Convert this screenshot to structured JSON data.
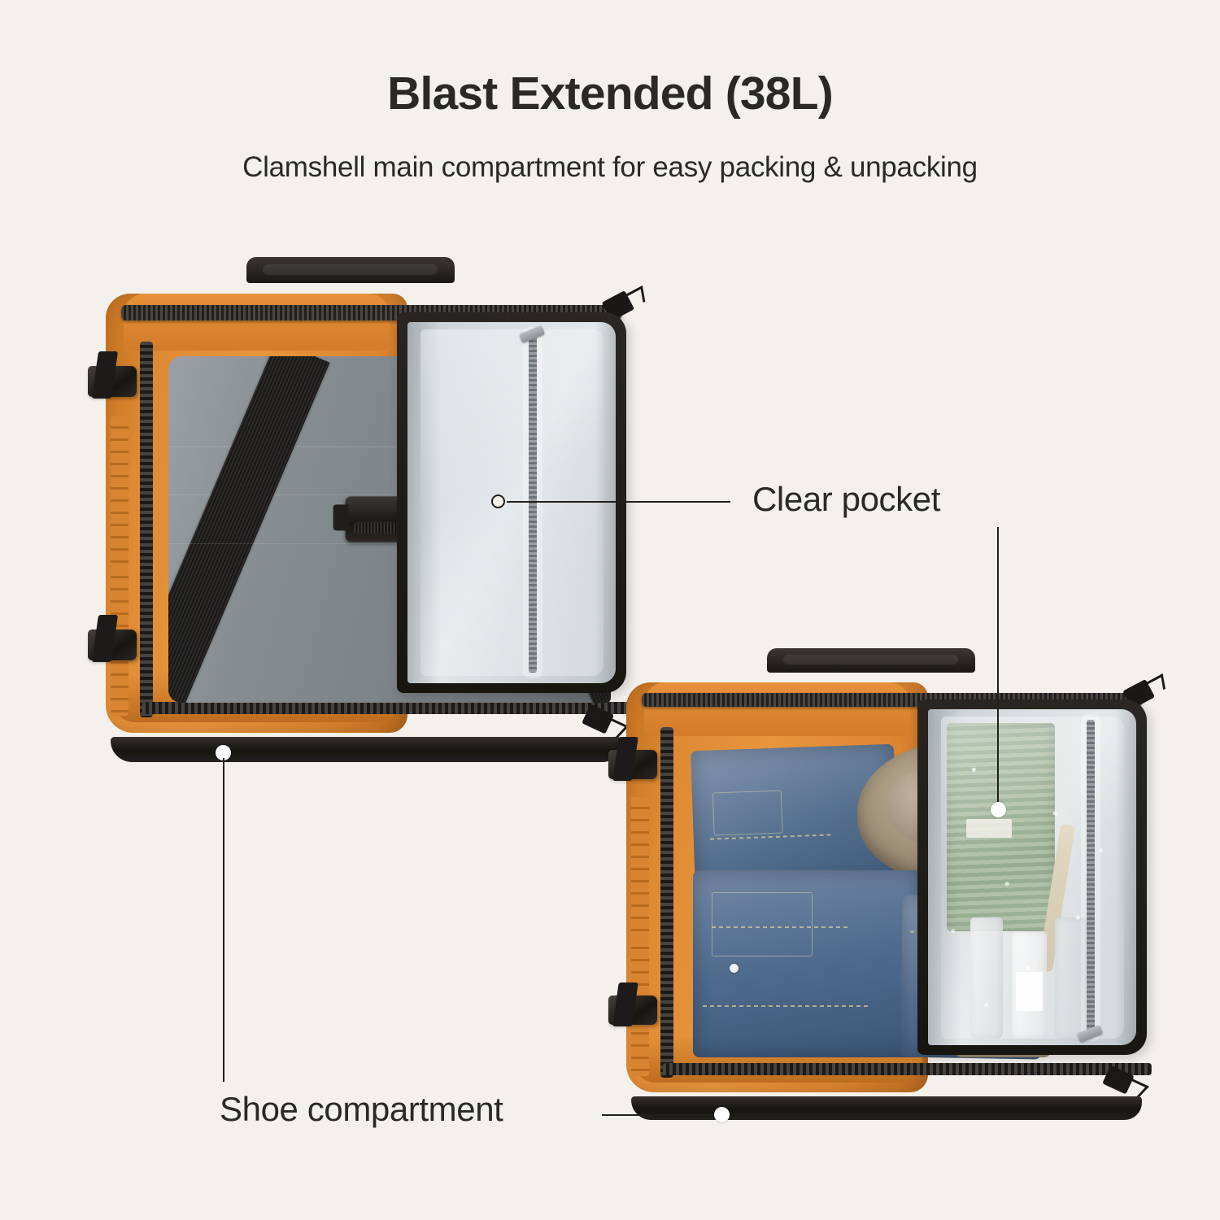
{
  "header": {
    "title": "Blast Extended (38L)",
    "subtitle": "Clamshell main compartment for easy packing & unpacking"
  },
  "colors": {
    "background": "#F4F1ED",
    "text": "#2B2926",
    "bag_orange": "#DE8A33",
    "bag_black": "#1D1B19",
    "lining_grey": "#7D8488",
    "clear_pocket": "#D6DCDF",
    "leader_line": "#231F1C"
  },
  "annotations": [
    {
      "id": "clear-pocket",
      "label": "Clear pocket",
      "marker": "hollow-dot",
      "target": "clear pocket panel on the open clamshell flap"
    },
    {
      "id": "shoe-compartment",
      "label": "Shoe compartment",
      "marker": "solid-dot",
      "target": "padded black base of the bag"
    }
  ],
  "products": [
    {
      "id": "bag-empty",
      "name": "Blast Extended backpack, open clamshell, empty",
      "state": "empty",
      "parts": {
        "handle": "top-grab-handle",
        "main_zipper": "clamshell-zipper",
        "straps": "x-compression-straps",
        "buckle": "center-release-buckle",
        "side_buckles": 2,
        "flap": "clear-pocket-flap",
        "flap_zipper": "vertical-pocket-zipper"
      }
    },
    {
      "id": "bag-packed",
      "name": "Blast Extended backpack, open clamshell, packed",
      "state": "packed",
      "main_compartment_contents": [
        "denim jacket",
        "jeans",
        "bucket hat",
        "knit garment"
      ],
      "clear_pocket_contents": [
        "green towel",
        "toothbrush",
        "toiletry bottle",
        "spray bottle",
        "lotion bottle"
      ]
    }
  ]
}
